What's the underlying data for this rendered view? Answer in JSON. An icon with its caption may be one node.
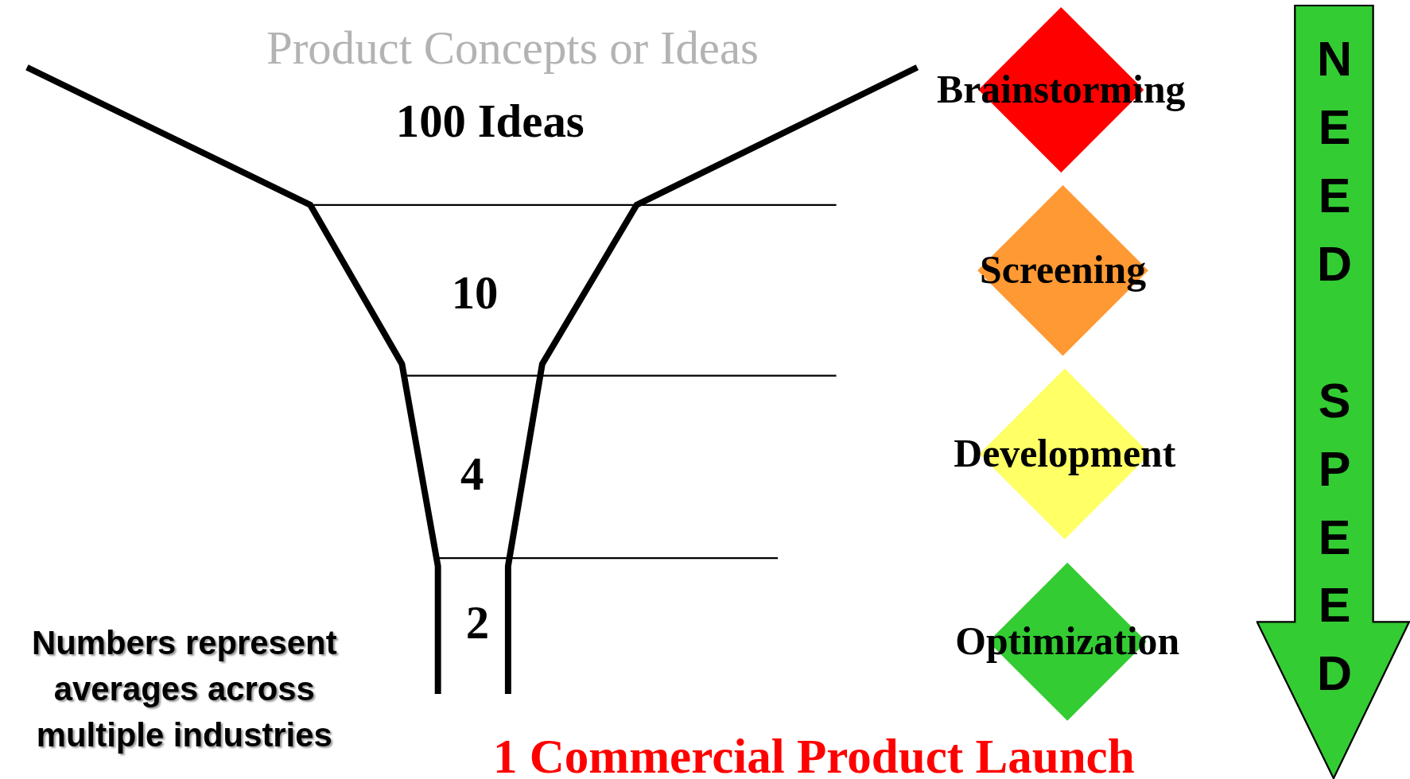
{
  "diagram": {
    "nodes": [
      {
        "text": [
          "Brainstorming"
        ]
      },
      {
        "text": [
          "Screening"
        ]
      },
      {
        "text": [
          "Development"
        ]
      },
      {
        "text": [
          "Optimization"
        ]
      },
      {
        "text": [
          "NEED SPEED"
        ]
      }
    ],
    "labels": [
      "Product Concepts or Ideas",
      "100 Ideas",
      "10",
      "4",
      "2",
      "Numbers represent averages across multiple industries",
      "1 Commercial Product Launch"
    ]
  }
}
